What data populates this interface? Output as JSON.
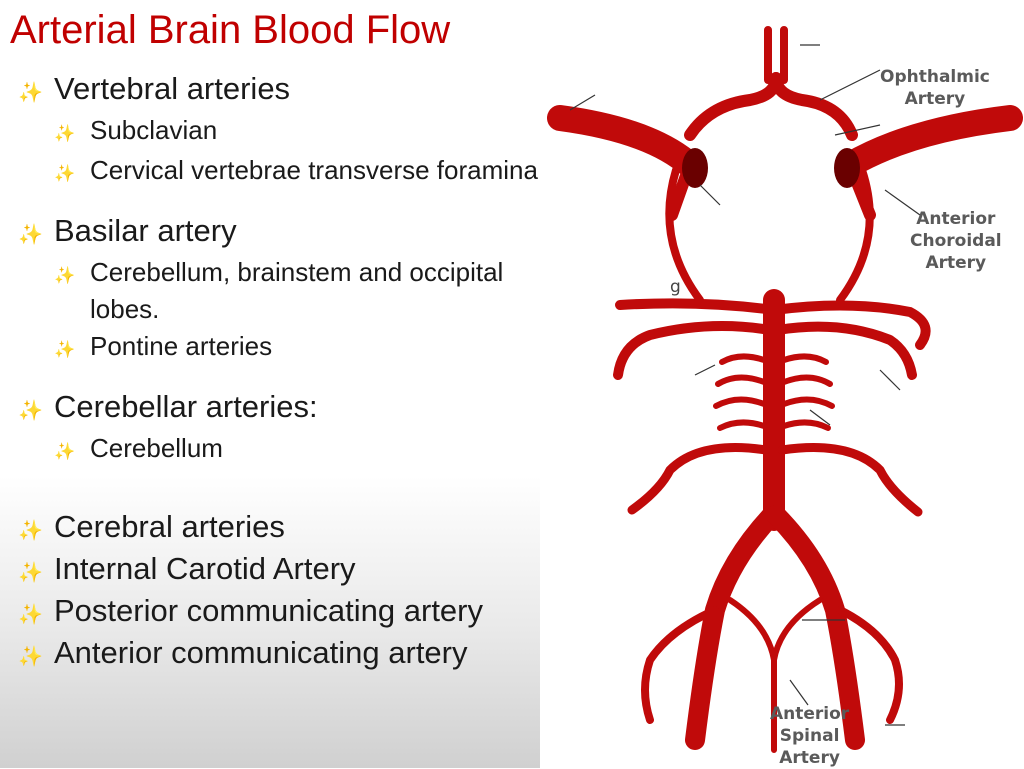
{
  "title": "Arterial Brain Blood Flow",
  "bullets": {
    "vertebral": {
      "text": "Vertebral arteries",
      "subs": [
        "Subclavian",
        "Cervical vertebrae transverse foramina"
      ]
    },
    "basilar": {
      "text": "Basilar artery",
      "subs": [
        "Cerebellum, brainstem and occipital lobes.",
        "Pontine arteries"
      ]
    },
    "cerebellar": {
      "text": "Cerebellar arteries:",
      "subs": [
        "Cerebellum"
      ]
    },
    "cerebral": {
      "text": "Cerebral arteries"
    },
    "internal_carotid": {
      "text": "Internal Carotid Artery"
    },
    "posterior_comm": {
      "text": "Posterior communicating artery"
    },
    "anterior_comm": {
      "text": "Anterior communicating artery"
    }
  },
  "figure": {
    "labels": {
      "ophthalmic": [
        "Ophthalmic",
        "Artery"
      ],
      "anterior_choroidal": [
        "Anterior",
        "Choroidal",
        "Artery"
      ],
      "anterior_spinal": [
        "Anterior",
        "Spinal",
        "Artery"
      ],
      "partial_g": "g"
    }
  },
  "colors": {
    "title": "#c00000",
    "artery": "#c00a0a",
    "artery_dark": "#6a0000",
    "label": "#5a5a5a"
  }
}
